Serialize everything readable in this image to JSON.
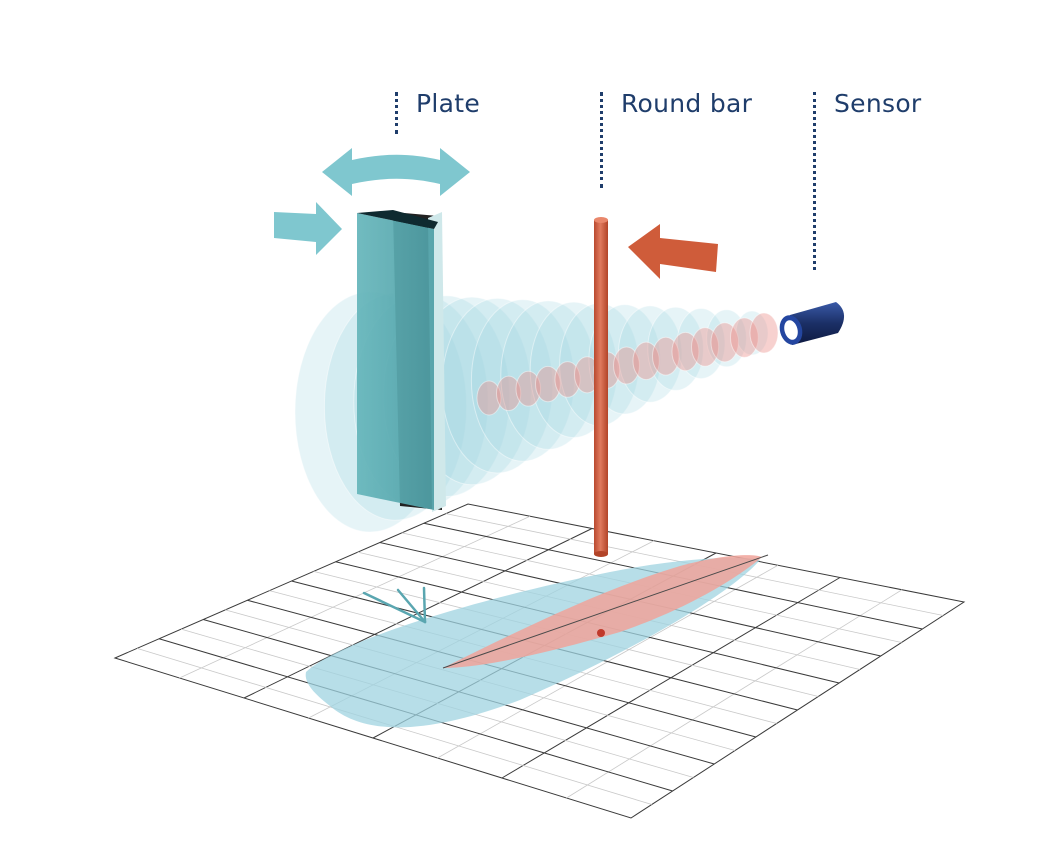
{
  "labels": {
    "plate": "Plate",
    "round_bar": "Round bar",
    "sensor": "Sensor"
  },
  "colors": {
    "label_text": "#1f3d6b",
    "plate": "#5fb3b8",
    "plate_field": "#9fd3e0",
    "round_bar": "#d3644a",
    "bar_field": "#ec8d86",
    "sensor_body": "#1f3570",
    "grid_line": "#3a3a3a"
  },
  "icons": [
    "double-arrow-icon",
    "push-arrow-icon",
    "bar-arrow-icon",
    "sensor-icon"
  ]
}
